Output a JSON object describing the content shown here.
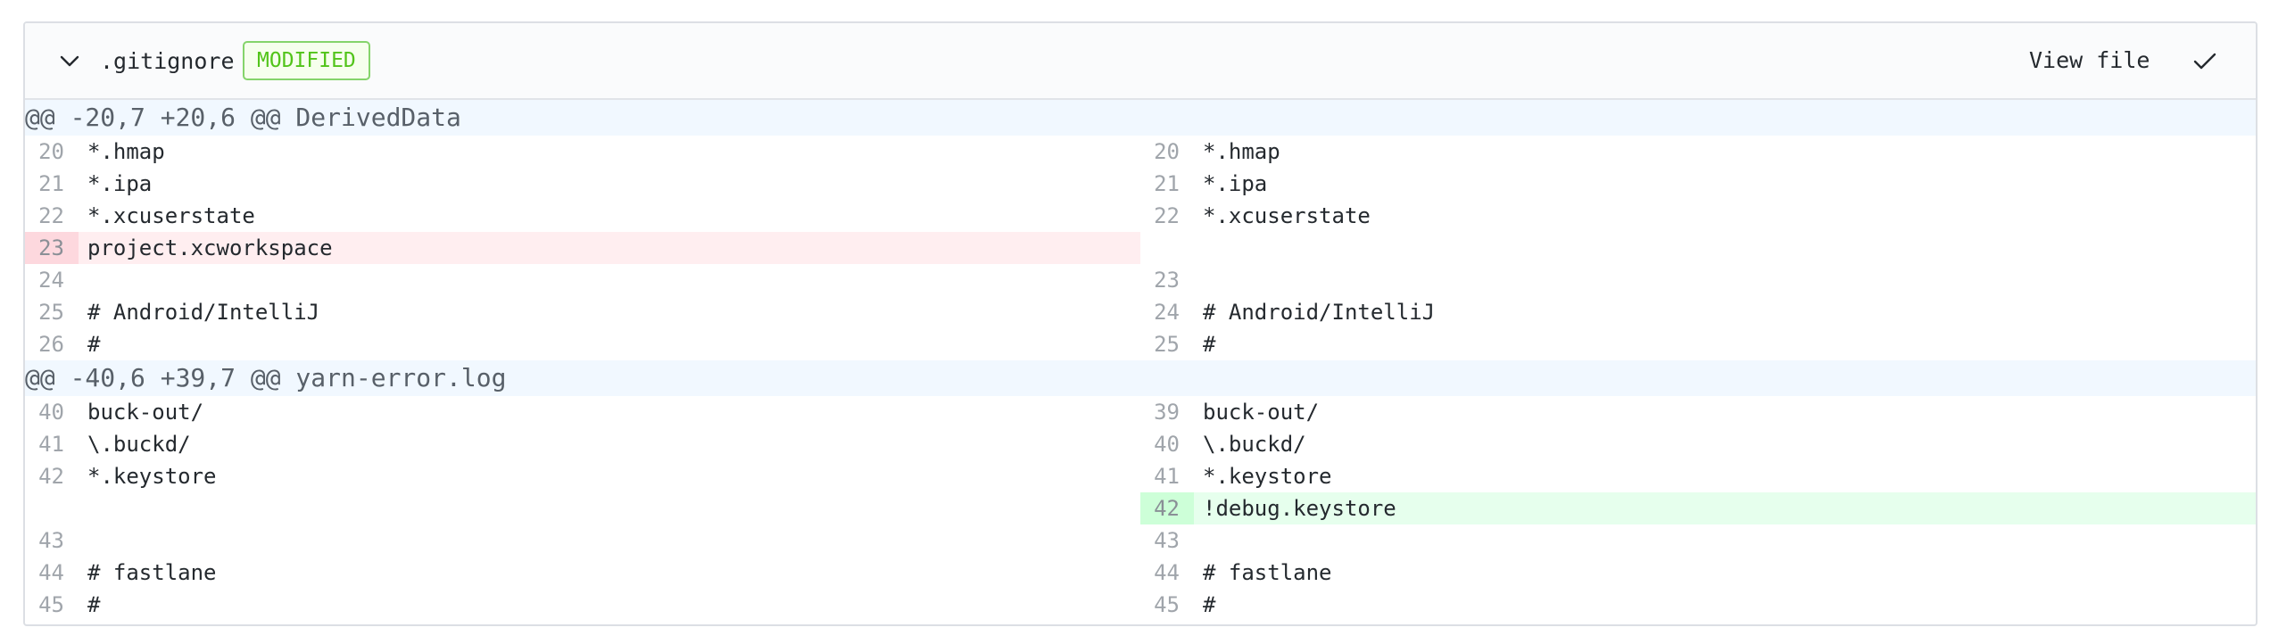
{
  "file": {
    "name": ".gitignore",
    "status": "MODIFIED",
    "view_file_label": "View file",
    "toggle_icon": "chevron-down-icon",
    "viewed_icon": "check-icon"
  },
  "hunks": [
    {
      "header": "@@ -20,7 +20,6 @@ DerivedData",
      "rows": [
        {
          "left_num": "20",
          "left_code": "*.hmap",
          "right_num": "20",
          "right_code": "*.hmap",
          "left_type": "normal",
          "right_type": "normal"
        },
        {
          "left_num": "21",
          "left_code": "*.ipa",
          "right_num": "21",
          "right_code": "*.ipa",
          "left_type": "normal",
          "right_type": "normal"
        },
        {
          "left_num": "22",
          "left_code": "*.xcuserstate",
          "right_num": "22",
          "right_code": "*.xcuserstate",
          "left_type": "normal",
          "right_type": "normal"
        },
        {
          "left_num": "23",
          "left_code": "project.xcworkspace",
          "right_num": "",
          "right_code": "",
          "left_type": "deleted",
          "right_type": "empty"
        },
        {
          "left_num": "24",
          "left_code": "",
          "right_num": "23",
          "right_code": "",
          "left_type": "normal",
          "right_type": "normal"
        },
        {
          "left_num": "25",
          "left_code": "# Android/IntelliJ",
          "right_num": "24",
          "right_code": "# Android/IntelliJ",
          "left_type": "normal",
          "right_type": "normal"
        },
        {
          "left_num": "26",
          "left_code": "#",
          "right_num": "25",
          "right_code": "#",
          "left_type": "normal",
          "right_type": "normal"
        }
      ]
    },
    {
      "header": "@@ -40,6 +39,7 @@ yarn-error.log",
      "rows": [
        {
          "left_num": "40",
          "left_code": "buck-out/",
          "right_num": "39",
          "right_code": "buck-out/",
          "left_type": "normal",
          "right_type": "normal"
        },
        {
          "left_num": "41",
          "left_code": "\\.buckd/",
          "right_num": "40",
          "right_code": "\\.buckd/",
          "left_type": "normal",
          "right_type": "normal"
        },
        {
          "left_num": "42",
          "left_code": "*.keystore",
          "right_num": "41",
          "right_code": "*.keystore",
          "left_type": "normal",
          "right_type": "normal"
        },
        {
          "left_num": "",
          "left_code": "",
          "right_num": "42",
          "right_code": "!debug.keystore",
          "left_type": "empty",
          "right_type": "added"
        },
        {
          "left_num": "43",
          "left_code": "",
          "right_num": "43",
          "right_code": "",
          "left_type": "normal",
          "right_type": "normal"
        },
        {
          "left_num": "44",
          "left_code": "# fastlane",
          "right_num": "44",
          "right_code": "# fastlane",
          "left_type": "normal",
          "right_type": "normal"
        },
        {
          "left_num": "45",
          "left_code": "#",
          "right_num": "45",
          "right_code": "#",
          "left_type": "normal",
          "right_type": "normal"
        }
      ]
    }
  ]
}
